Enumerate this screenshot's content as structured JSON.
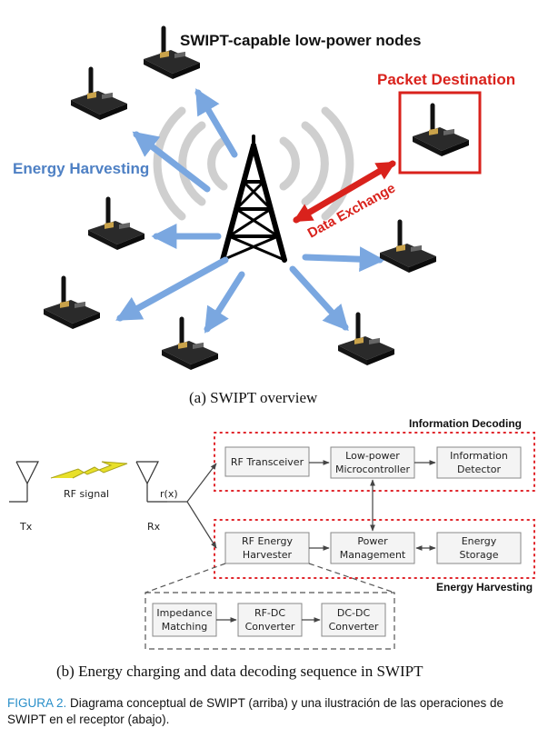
{
  "overview": {
    "title": "SWIPT-capable low-power nodes",
    "packet_destination": "Packet Destination",
    "energy_harvesting": "Energy Harvesting",
    "data_exchange": "Data Exchange",
    "subcaption": "(a)  SWIPT overview",
    "colors": {
      "red": "#d9221c",
      "blue": "#4e80c4",
      "arrow_blue": "#7aa7e0"
    }
  },
  "sequence": {
    "information_decoding": "Information Decoding",
    "energy_harvesting": "Energy Harvesting",
    "tx": "Tx",
    "rx": "Rx",
    "rf_signal": "RF signal",
    "rx_signal": "r(x)",
    "boxes": {
      "rf_transceiver": "RF Transceiver",
      "microcontroller_1": "Low-power",
      "microcontroller_2": "Microcontroller",
      "info_detector_1": "Information",
      "info_detector_2": "Detector",
      "rf_harvester_1": "RF Energy",
      "rf_harvester_2": "Harvester",
      "power_mgmt_1": "Power",
      "power_mgmt_2": "Management",
      "energy_storage_1": "Energy",
      "energy_storage_2": "Storage",
      "impedance_1": "Impedance",
      "impedance_2": "Matching",
      "rfdc_1": "RF-DC",
      "rfdc_2": "Converter",
      "dcdc_1": "DC-DC",
      "dcdc_2": "Converter"
    },
    "subcaption": "(b)  Energy charging and data decoding sequence in SWIPT"
  },
  "caption": {
    "label": "FIGURA 2.",
    "text": " Diagrama conceptual de SWIPT (arriba) y una ilustración de las operaciones de SWIPT en el receptor (abajo)."
  }
}
